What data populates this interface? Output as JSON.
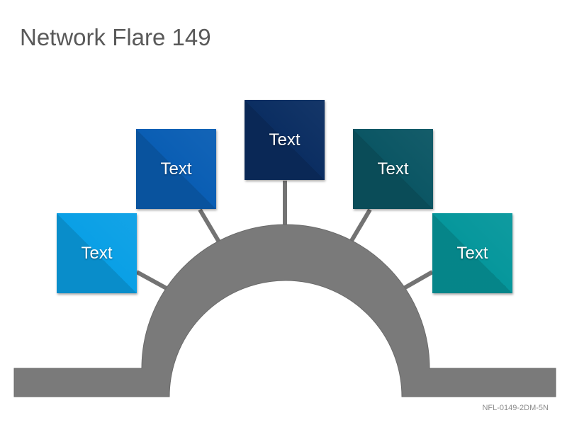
{
  "slide": {
    "title": "Network Flare 149",
    "code": "NFL-0149-2DM-5N"
  },
  "nodes": [
    {
      "id": "node-1",
      "label": "Text",
      "color": "#0AA0E6"
    },
    {
      "id": "node-2",
      "label": "Text",
      "color": "#0A5EB4"
    },
    {
      "id": "node-3",
      "label": "Text",
      "color": "#0B2E62"
    },
    {
      "id": "node-4",
      "label": "Text",
      "color": "#0B5664"
    },
    {
      "id": "node-5",
      "label": "Text",
      "color": "#06979C"
    }
  ],
  "colors": {
    "arc": "#7A7A7A",
    "connector": "#737373"
  }
}
